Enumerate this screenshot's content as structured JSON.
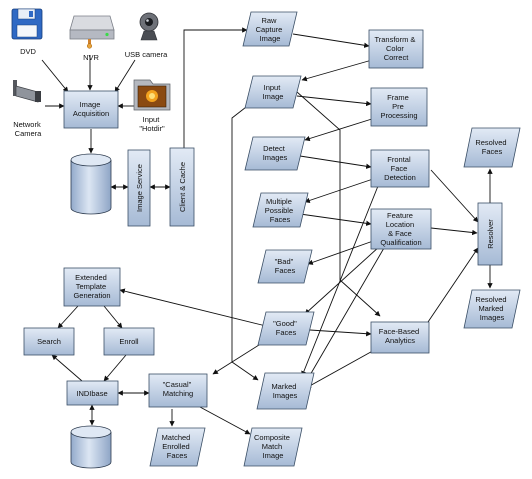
{
  "sources": {
    "dvd": "DVD",
    "nvr": "NVR",
    "usb_camera": "USB camera",
    "network_camera": [
      "Network",
      "Camera"
    ],
    "input_hotdir": [
      "Input",
      "\"Hotdir\""
    ]
  },
  "nodes": {
    "image_acquisition": [
      "Image",
      "Acquisition"
    ],
    "image_service": "Image Service",
    "client_cache": "Client & Cache",
    "raw_capture_image": [
      "Raw",
      "Capture",
      "Image"
    ],
    "transform_color": [
      "Transform &",
      "Color",
      "Correct"
    ],
    "input_image": [
      "Input",
      "Image"
    ],
    "frame_pre": [
      "Frame",
      "Pre",
      "Processing"
    ],
    "detect_images": [
      "Detect",
      "Images"
    ],
    "frontal_face": [
      "Frontal",
      "Face",
      "Detection"
    ],
    "multiple_faces": [
      "Multiple",
      "Possible",
      "Faces"
    ],
    "feature_location": [
      "Feature",
      "Location",
      "& Face",
      "Qualification"
    ],
    "bad_faces": [
      "\"Bad\"",
      "Faces"
    ],
    "good_faces": [
      "\"Good\"",
      "Faces"
    ],
    "face_analytics": [
      "Face-Based",
      "Analytics"
    ],
    "marked_images": [
      "Marked",
      "Images"
    ],
    "resolver": "Resolver",
    "resolved_faces": [
      "Resolved",
      "Faces"
    ],
    "resolved_marked": [
      "Resolved",
      "Marked",
      "Images"
    ],
    "extended_template": [
      "Extended",
      "Template",
      "Generation"
    ],
    "search": "Search",
    "enroll": "Enroll",
    "indibase": "INDIbase",
    "casual_matching": [
      "\"Casual\"",
      "Matching"
    ],
    "matched_enrolled": [
      "Matched",
      "Enrolled",
      "Faces"
    ],
    "composite_match": [
      "Composite",
      "Match",
      "Image"
    ]
  },
  "icons": [
    "floppy-disk",
    "hard-drive",
    "webcam",
    "security-camera",
    "photo-folder",
    "database-cylinder"
  ],
  "colors": {
    "box_top": "#dfe8f4",
    "box_bottom": "#a9bcd6",
    "border": "#3b4f66",
    "arrow": "#111111"
  }
}
